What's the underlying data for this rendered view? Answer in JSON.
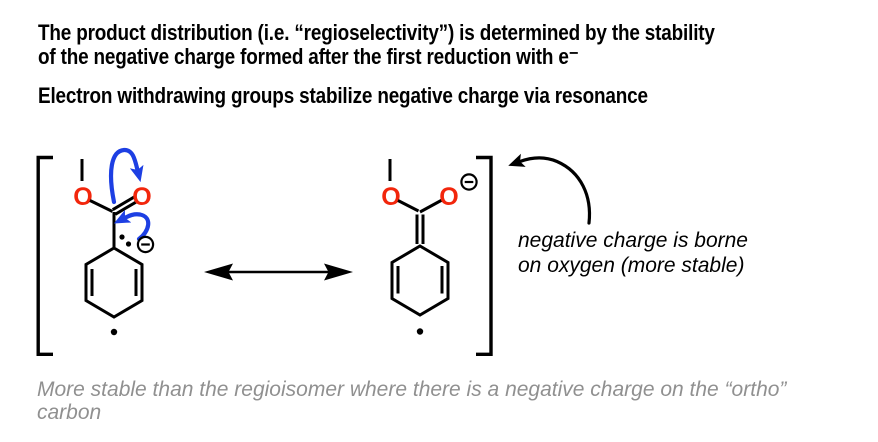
{
  "heading": {
    "paragraph1_line1": "The product distribution (i.e. “regioselectivity”) is determined by the stability",
    "paragraph1_line2": "of the negative charge formed after the first reduction with e⁻",
    "paragraph2": "Electron withdrawing groups stabilize negative charge via resonance"
  },
  "diagram": {
    "left_structure": {
      "ester_oxygen_label": "O",
      "carbonyl_oxygen_label": "O",
      "charge_symbol": "⊖",
      "lone_pair_dots": "••",
      "radical_dot": "•"
    },
    "right_structure": {
      "ester_oxygen_label": "O",
      "anion_oxygen_label": "O",
      "charge_symbol": "⊖",
      "radical_dot": "•"
    },
    "annotation": {
      "line1": "negative charge is borne",
      "line2": "on oxygen (more stable)"
    },
    "colors": {
      "oxygen_red": "#f2260c",
      "arrow_blue": "#1d3fe3",
      "bond_black": "#000000",
      "footnote_gray": "#909090"
    }
  },
  "footnote": {
    "line1": "More stable than the regioisomer where there is a negative charge on the “ortho”",
    "line2": "carbon"
  }
}
